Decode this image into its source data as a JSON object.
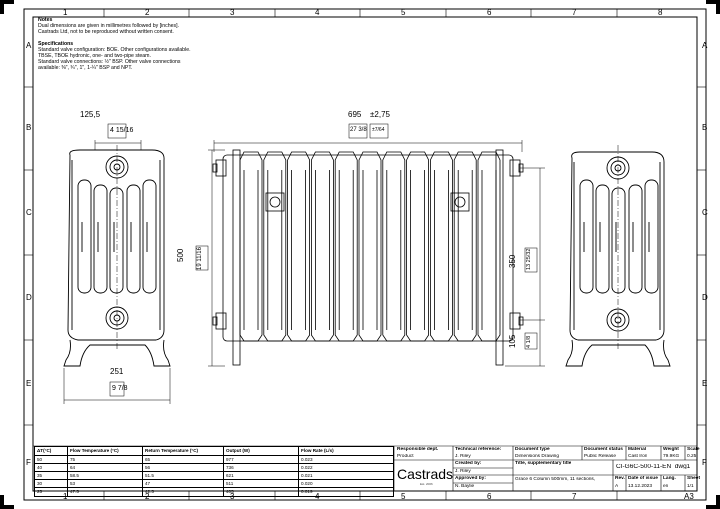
{
  "notes": {
    "heading": "Notes",
    "lines": [
      "Dual dimensions are given in millimetres followed by [inches].",
      "Castrads Ltd, not to be reproduced without written consent."
    ],
    "spec_heading": "Specifications",
    "spec_lines": [
      "Standard valve configuration: BOE. Other configurations available.",
      "TBSE, TBOE hydronic, one- and two-pipe steam.",
      "Standard valve connections: ½\" BSP. Other valve connections",
      "available: ⅜\", ¾\", 1\", 1-¼\" BSP and NPT."
    ]
  },
  "grid": {
    "columns": [
      "1",
      "2",
      "3",
      "4",
      "5",
      "6",
      "7",
      "8"
    ],
    "rows": [
      "A",
      "B",
      "C",
      "D",
      "E",
      "F"
    ]
  },
  "dimensions": {
    "side_depth_mm": "125,5",
    "side_depth_in": "4 15/16",
    "front_width_mm": "695",
    "front_width_tol": "±2,75",
    "front_width_in": "27 3/8",
    "front_width_tol_in": "±7/64",
    "overall_height_mm": "500",
    "overall_height_in": "19 11/16",
    "centres_mm": "350",
    "centres_in": "13 25/32",
    "valve_height_mm": "105",
    "valve_height_in": "4 1/8",
    "foot_width_mm": "251",
    "foot_width_in": "9 7/8"
  },
  "output_table": {
    "headers": [
      "ΔT(°C)",
      "Flow Temperature (°C)",
      "Return Temperature (°C)",
      "Output (W)",
      "Flow Rate (L/s)"
    ],
    "rows": [
      [
        "50",
        "75",
        "65",
        "977",
        "0.023"
      ],
      [
        "40",
        "64",
        "56",
        "736",
        "0.022"
      ],
      [
        "35",
        "58.5",
        "51.5",
        "621",
        "0.021"
      ],
      [
        "30",
        "53",
        "47",
        "511",
        "0.020"
      ],
      [
        "25",
        "47.5",
        "42.5",
        "405",
        "0.019"
      ]
    ]
  },
  "title_block": {
    "responsible_dept_label": "Responsible dept.",
    "responsible_dept": "Product",
    "technical_ref_label": "Technical reference:",
    "technical_ref": "J. Riley",
    "document_type_label": "Document type",
    "document_type": "Dimensions Drawing",
    "document_status_label": "Document status",
    "document_status": "Public Release",
    "material_label": "Material",
    "material": "Cast Iron",
    "weight_label": "Weight",
    "weight": "79.9KG",
    "scale_label": "Scale",
    "scale": "0.25",
    "created_by_label": "Created by:",
    "created_by": "J. Riley",
    "title_label": "Title, supplementary title",
    "title": "Grace 6 Column 500mm, 11 sections,",
    "drawing_id": "CI-G6C-500-11-EN_dwg1",
    "approved_by_label": "Approved by:",
    "approved_by": "N. Baylie",
    "rev_label": "Rev.",
    "rev": "A",
    "date_label": "Date of issue",
    "date": "13.12.2023",
    "lang_label": "Lang.",
    "lang": "en",
    "sheet_label": "Sheet",
    "sheet": "1/1",
    "logo": "Castrads",
    "logo_sub": "Est. 2006",
    "paper_size": "A3"
  }
}
